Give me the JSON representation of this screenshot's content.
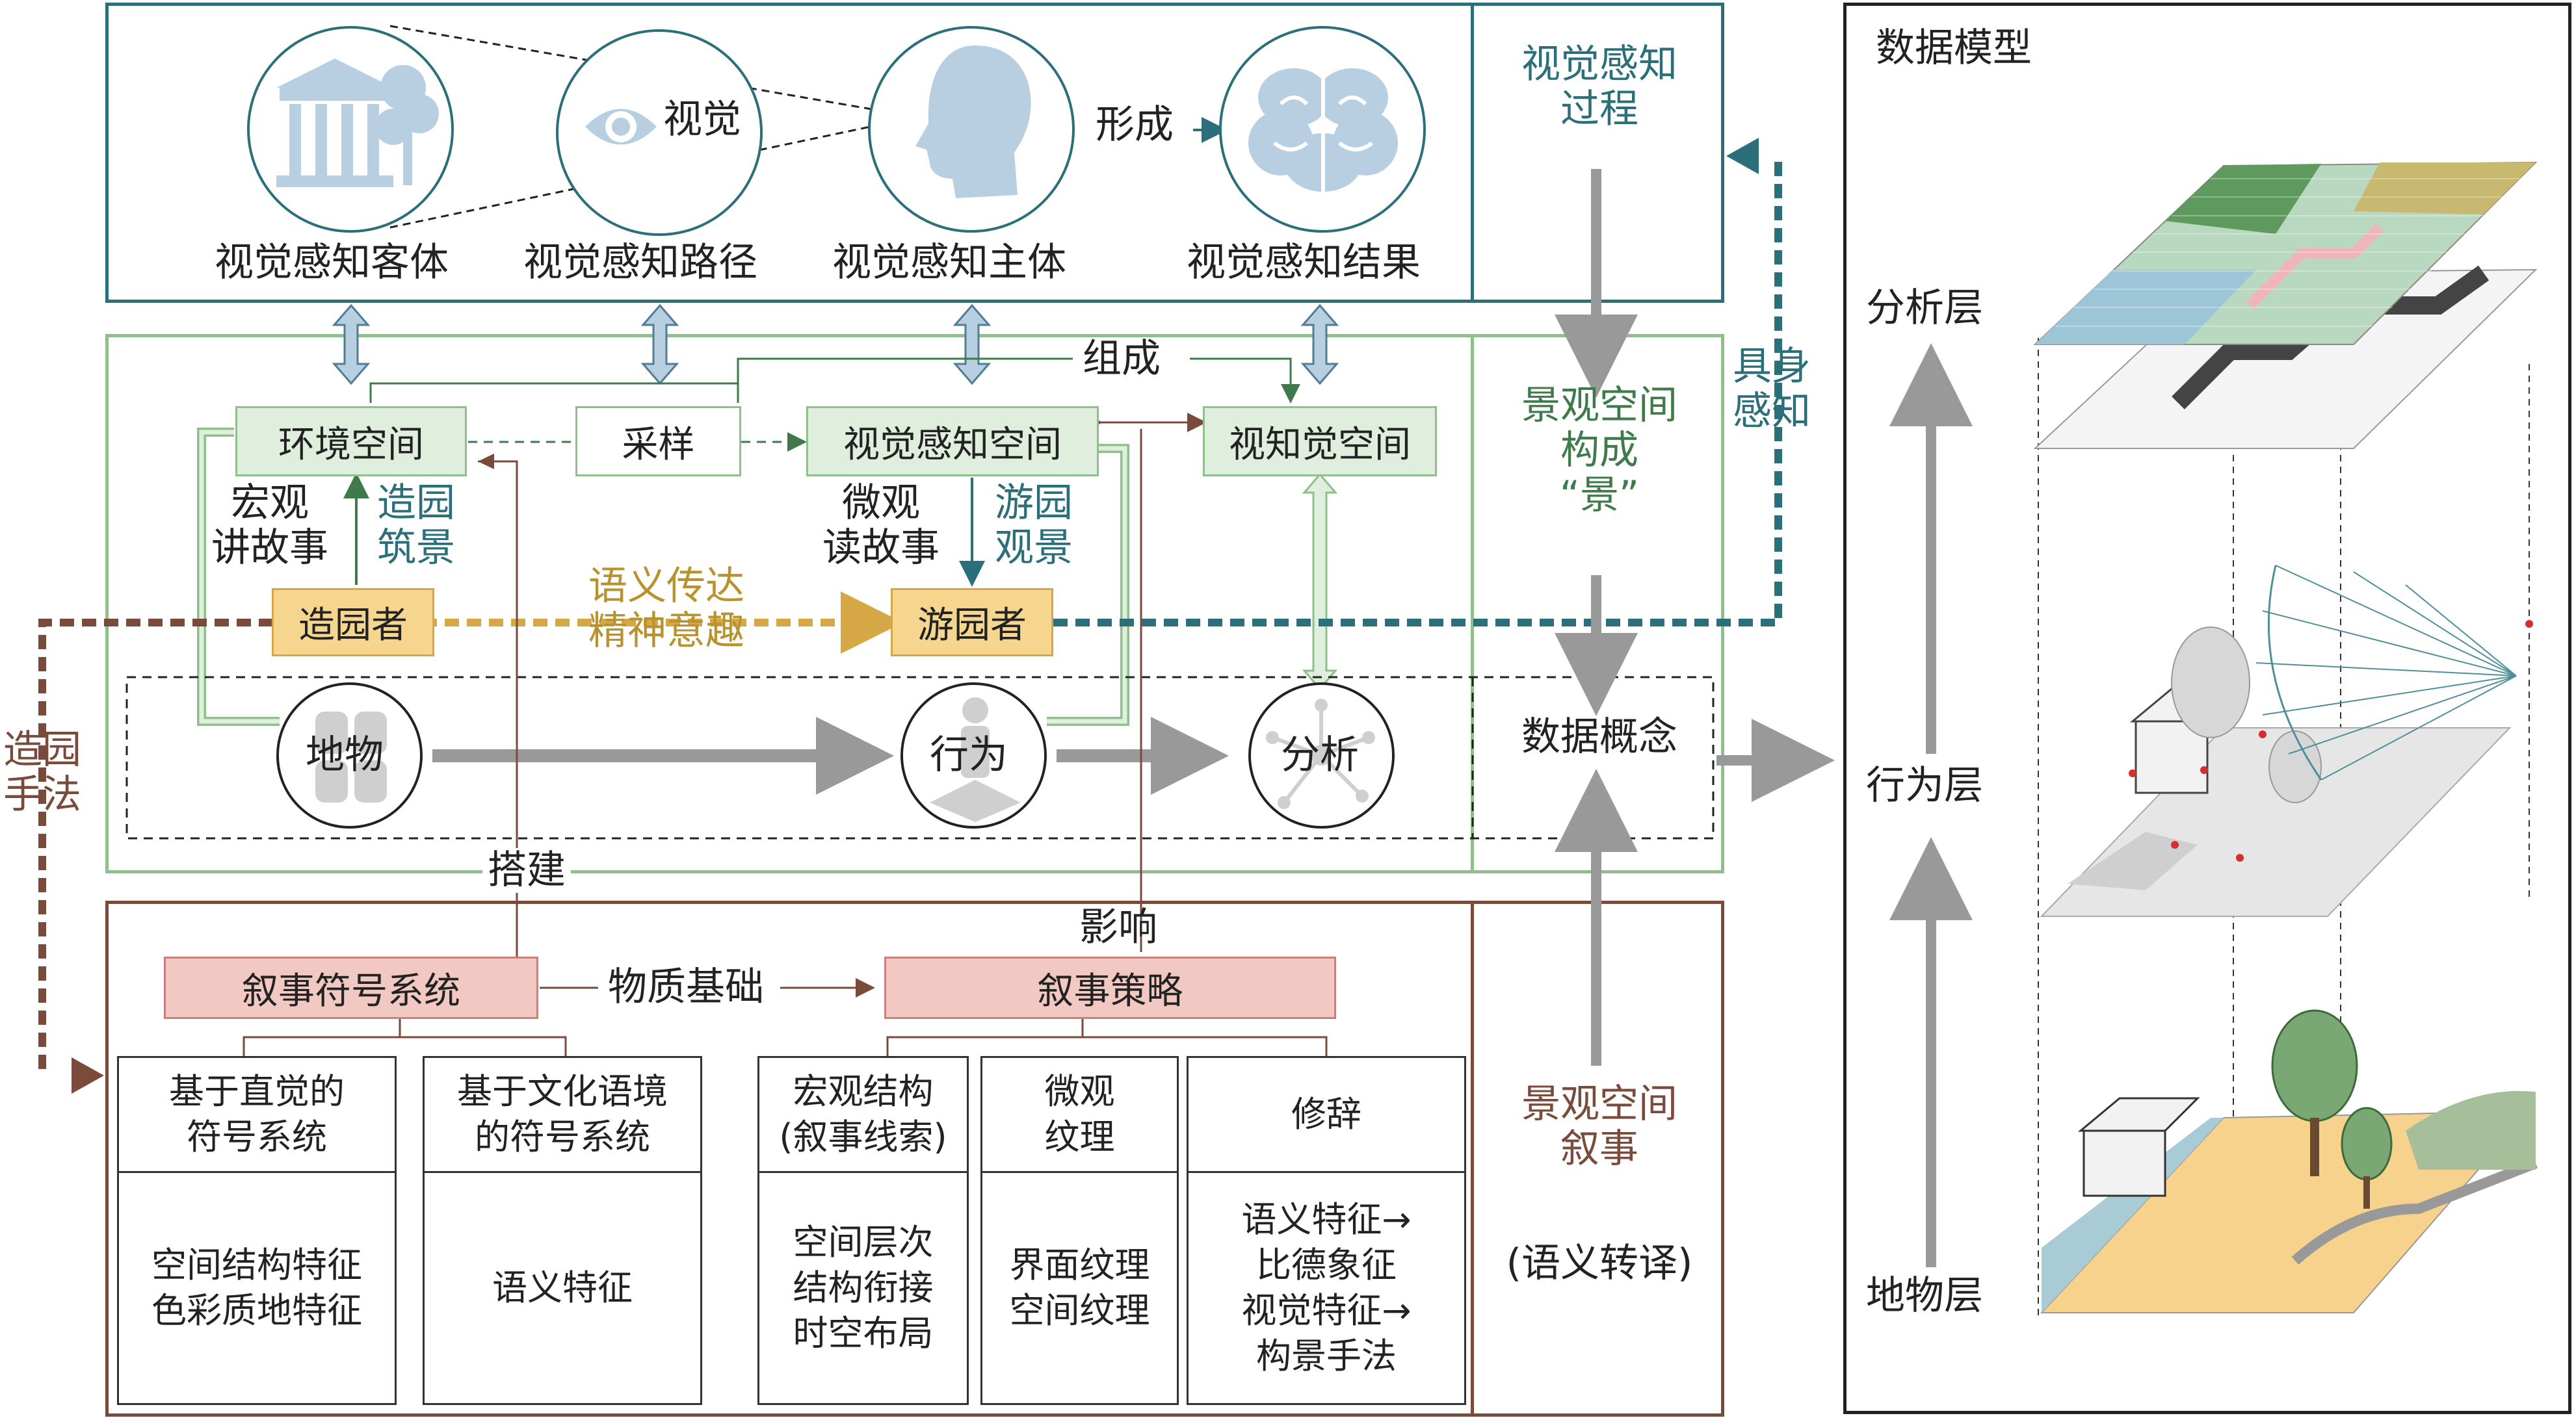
{
  "top_panel": {
    "labels": {
      "object": "视觉感知客体",
      "path": "视觉感知路径",
      "subject": "视觉感知主体",
      "result": "视觉感知结果"
    },
    "eye_label": "视觉",
    "form_label": "形成",
    "side_title": "视觉感知\n过程"
  },
  "middle_panel": {
    "compose_label": "组成",
    "boxes": {
      "env_space": "环境空间",
      "sampling": "采样",
      "visual_space": "视觉感知空间",
      "perceptual_space": "视知觉空间",
      "designer": "造园者",
      "visitor": "游园者"
    },
    "macro_label": "宏观\n讲故事",
    "garden_build": "造园\n筑景",
    "micro_label": "微观\n读故事",
    "garden_view": "游园\n观景",
    "semantic_label": "语义传达\n精神意趣",
    "circles": {
      "feature": "地物",
      "behavior": "行为",
      "analysis": "分析"
    },
    "side_title": "景观空间\n构成\n“景”",
    "data_concept": "数据概念",
    "embodied": "具身\n感知"
  },
  "bottom_panel": {
    "build_label": "搭建",
    "influence_label": "影响",
    "narrative_system": "叙事符号系统",
    "material_basis": "物质基础",
    "narrative_strategy": "叙事策略",
    "headers": [
      "基于直觉的\n符号系统",
      "基于文化语境\n的符号系统",
      "宏观结构\n(叙事线索)",
      "微观\n纹理",
      "修辞"
    ],
    "contents": [
      "空间结构特征\n色彩质地特征",
      "语义特征",
      "空间层次\n结构衔接\n时空布局",
      "界面纹理\n空间纹理",
      "语义特征→\n比德象征\n视觉特征→\n构景手法"
    ],
    "side_title": "景观空间\n叙事",
    "side_sub": "(语义转译)"
  },
  "left_label": "造园\n手法",
  "right_panel": {
    "title": "数据模型",
    "layers": [
      "分析层",
      "行为层",
      "地物层"
    ]
  },
  "colors": {
    "teal": "#2a6f7a",
    "green": "#8fbf8a",
    "brown": "#7a4a3a",
    "gold": "#d6a845",
    "pink": "#f2c9c2"
  }
}
